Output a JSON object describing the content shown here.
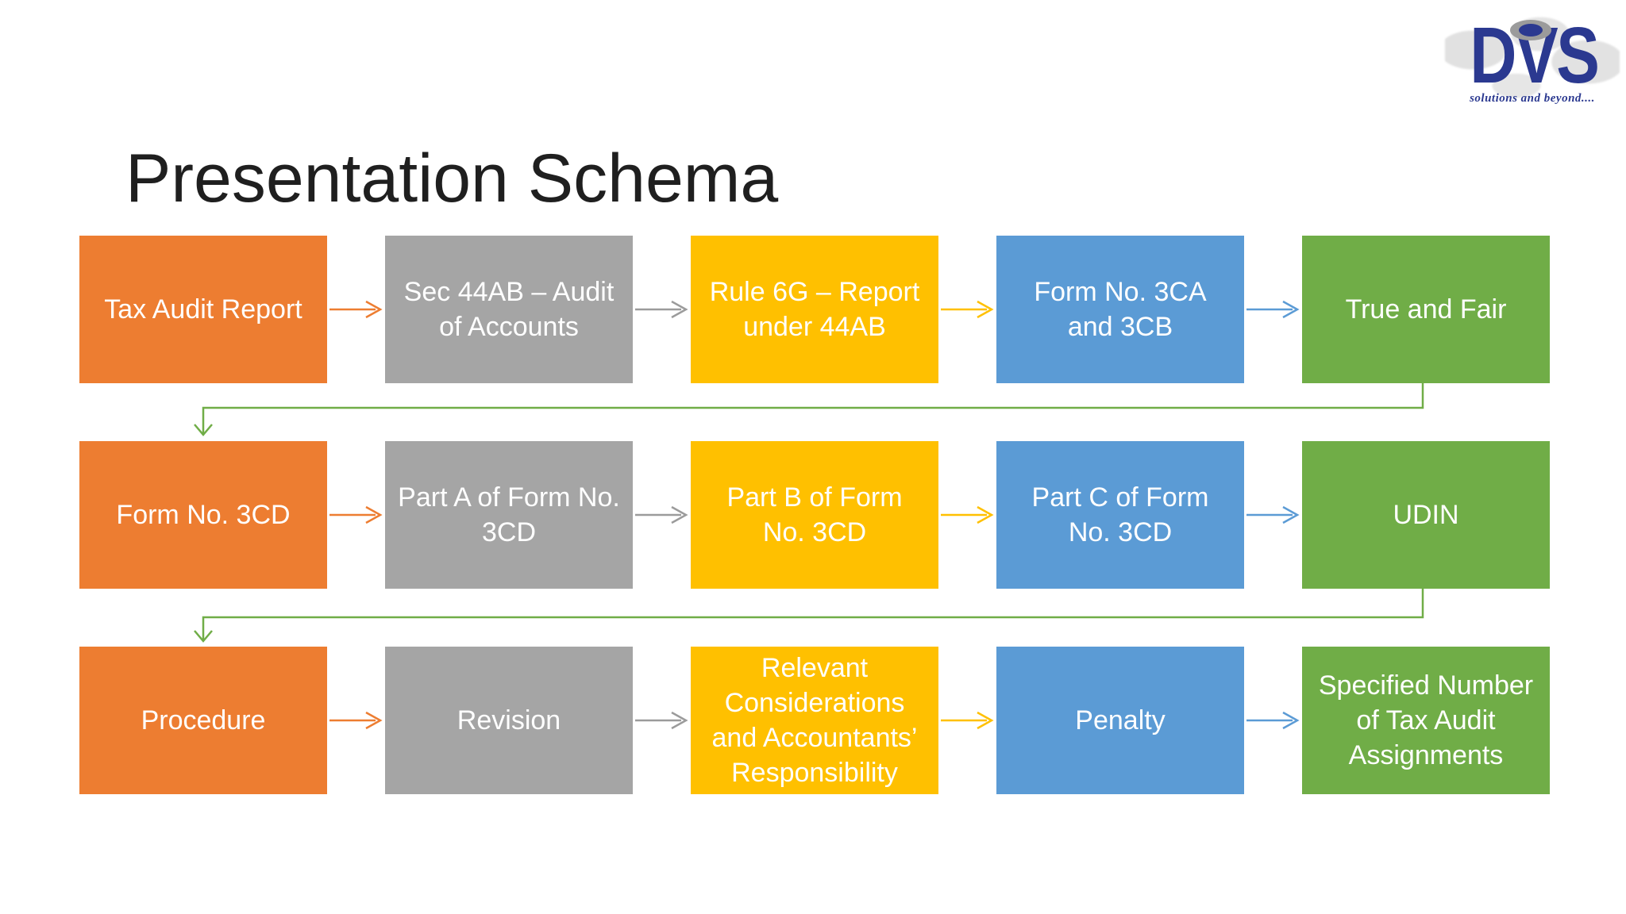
{
  "slide": {
    "title": "Presentation Schema"
  },
  "logo": {
    "name": "DVS",
    "tagline": "solutions and beyond....",
    "brand_color": "#2B3990"
  },
  "colors": {
    "orange": "#ED7D31",
    "gray": "#A5A5A5",
    "yellow": "#FFC000",
    "blue": "#5B9BD5",
    "green": "#70AD47",
    "title_text": "#1F1F1F",
    "box_text": "#FFFFFF",
    "background": "#FFFFFF"
  },
  "diagram": {
    "connector_color": "#70AD47",
    "rows": [
      {
        "boxes": [
          {
            "label": "Tax Audit Report",
            "color": "#ED7D31"
          },
          {
            "label": "Sec 44AB – Audit of Accounts",
            "color": "#A5A5A5"
          },
          {
            "label": "Rule 6G – Report under 44AB",
            "color": "#FFC000"
          },
          {
            "label": "Form No. 3CA and 3CB",
            "color": "#5B9BD5"
          },
          {
            "label": "True and Fair",
            "color": "#70AD47"
          }
        ],
        "arrow_colors": [
          "#ED7D31",
          "#9B9B9B",
          "#FFC000",
          "#5B9BD5"
        ]
      },
      {
        "boxes": [
          {
            "label": "Form No. 3CD",
            "color": "#ED7D31"
          },
          {
            "label": "Part A of Form No. 3CD",
            "color": "#A5A5A5"
          },
          {
            "label": "Part B of Form No. 3CD",
            "color": "#FFC000"
          },
          {
            "label": "Part C of Form No. 3CD",
            "color": "#5B9BD5"
          },
          {
            "label": "UDIN",
            "color": "#70AD47"
          }
        ],
        "arrow_colors": [
          "#ED7D31",
          "#9B9B9B",
          "#FFC000",
          "#5B9BD5"
        ]
      },
      {
        "boxes": [
          {
            "label": "Procedure",
            "color": "#ED7D31"
          },
          {
            "label": "Revision",
            "color": "#A5A5A5"
          },
          {
            "label": "Relevant Considerations and Accountants’ Responsibility",
            "color": "#FFC000"
          },
          {
            "label": "Penalty",
            "color": "#5B9BD5"
          },
          {
            "label": "Specified Number of Tax Audit Assignments",
            "color": "#70AD47"
          }
        ],
        "arrow_colors": [
          "#ED7D31",
          "#9B9B9B",
          "#FFC000",
          "#5B9BD5"
        ]
      }
    ]
  }
}
